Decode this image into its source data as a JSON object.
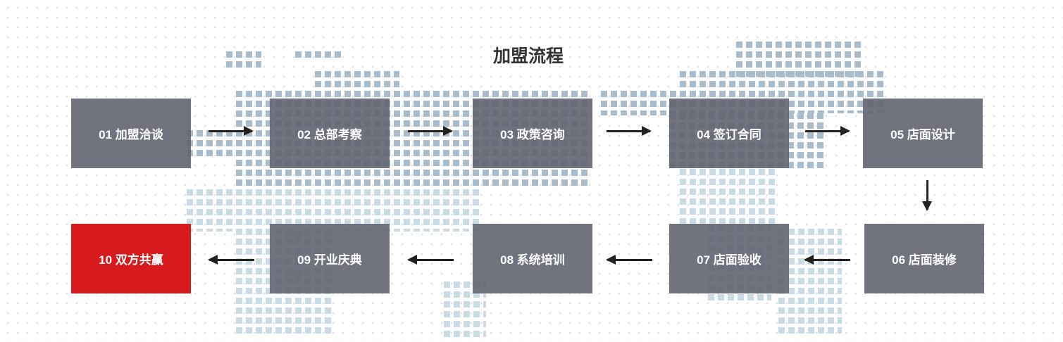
{
  "title": "加盟流程",
  "steps": [
    {
      "label": "01 加盟洽谈"
    },
    {
      "label": "02 总部考察"
    },
    {
      "label": "03 政策咨询"
    },
    {
      "label": "04 签订合同"
    },
    {
      "label": "05 店面设计"
    },
    {
      "label": "06 店面装修"
    },
    {
      "label": "07 店面验收"
    },
    {
      "label": "08 系统培训"
    },
    {
      "label": "09 开业庆典"
    },
    {
      "label": "10 双方共赢"
    }
  ],
  "colors": {
    "step": "#6f717b",
    "final": "#d71a1b",
    "arrow": "#222222"
  }
}
